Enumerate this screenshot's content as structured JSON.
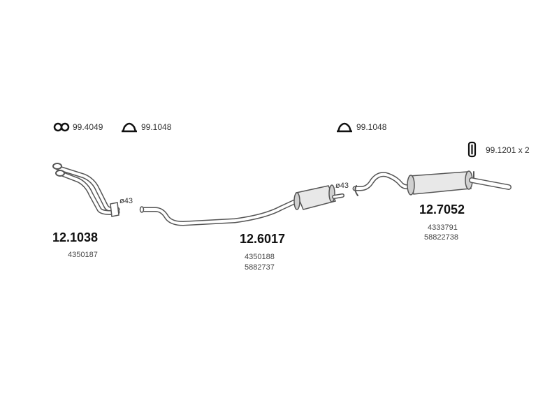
{
  "accessories": {
    "clamp_double": "99.4049",
    "clamp_1": "99.1048",
    "clamp_2": "99.1048",
    "hanger": "99.1201 x 2"
  },
  "parts": [
    {
      "number": "12.1038",
      "oem": [
        "4350187"
      ]
    },
    {
      "number": "12.6017",
      "oem": [
        "4350188",
        "5882737"
      ]
    },
    {
      "number": "12.7052",
      "oem": [
        "4333791",
        "58822738"
      ]
    }
  ],
  "diameters": [
    "ø43",
    "ø43"
  ]
}
